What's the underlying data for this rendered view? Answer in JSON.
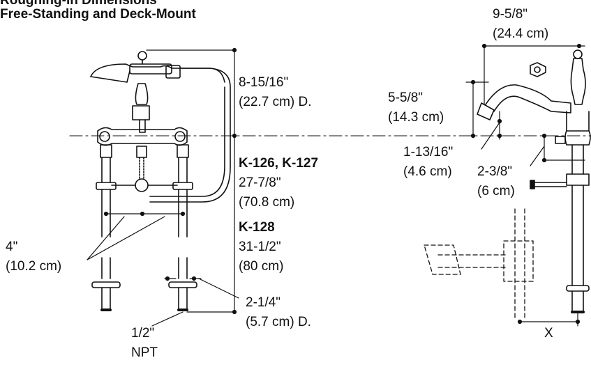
{
  "title": {
    "line1": "Roughing-in Dimensions",
    "line2": "Free-Standing and Deck-Mount"
  },
  "labels": {
    "height_imperial": "8-15/16\"",
    "height_metric": "(22.7 cm) D.",
    "models_a": "K-126, K-127",
    "models_a_imperial": "27-7/8\"",
    "models_a_metric": "(70.8 cm)",
    "models_b": "K-128",
    "models_b_imperial": "31-1/2\"",
    "models_b_metric": "(80 cm)",
    "leg_spacing_imperial": "4\"",
    "leg_spacing_metric": "(10.2 cm)",
    "leg_dia_imperial": "2-1/4\"",
    "leg_dia_metric": "(5.7 cm) D.",
    "npt_size": "1/2\"",
    "npt_label": "NPT",
    "spout_reach_imperial": "9-5/8\"",
    "spout_reach_metric": "(24.4 cm)",
    "spout_height_imperial": "5-5/8\"",
    "spout_height_metric": "(14.3 cm)",
    "spout_offset_imperial": "1-13/16\"",
    "spout_offset_metric": "(4.6 cm)",
    "inlet_drop_imperial": "2-3/8\"",
    "inlet_drop_metric": "(6 cm)",
    "x_label": "X"
  }
}
